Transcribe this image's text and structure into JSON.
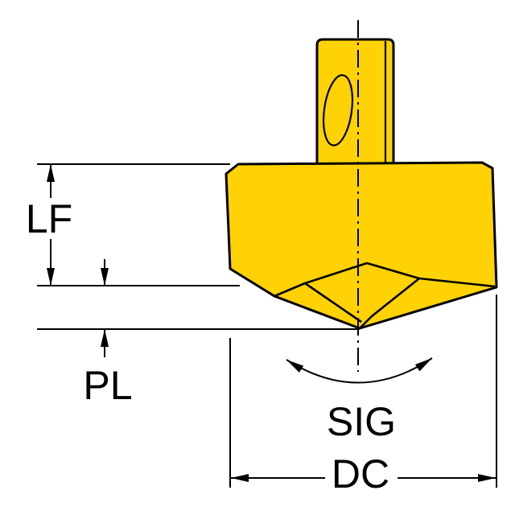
{
  "diagram": {
    "labels": {
      "lf": "LF",
      "pl": "PL",
      "sig": "SIG",
      "dc": "DC"
    },
    "colors": {
      "body_fill": "#FFD205",
      "outline": "#000000",
      "background": "#FFFFFF"
    }
  }
}
